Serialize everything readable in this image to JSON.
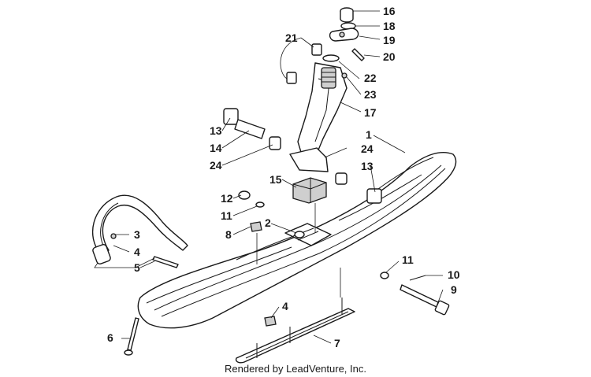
{
  "diagram": {
    "callouts": [
      "16",
      "18",
      "19",
      "20",
      "21",
      "22",
      "23",
      "17",
      "13",
      "14",
      "24",
      "1",
      "24",
      "13",
      "15",
      "12",
      "11",
      "2",
      "8",
      "3",
      "4",
      "5",
      "11",
      "10",
      "9",
      "4",
      "6",
      "7"
    ],
    "watermark_text": "LEADVENTURE",
    "credit": "Rendered by LeadVenture, Inc."
  }
}
